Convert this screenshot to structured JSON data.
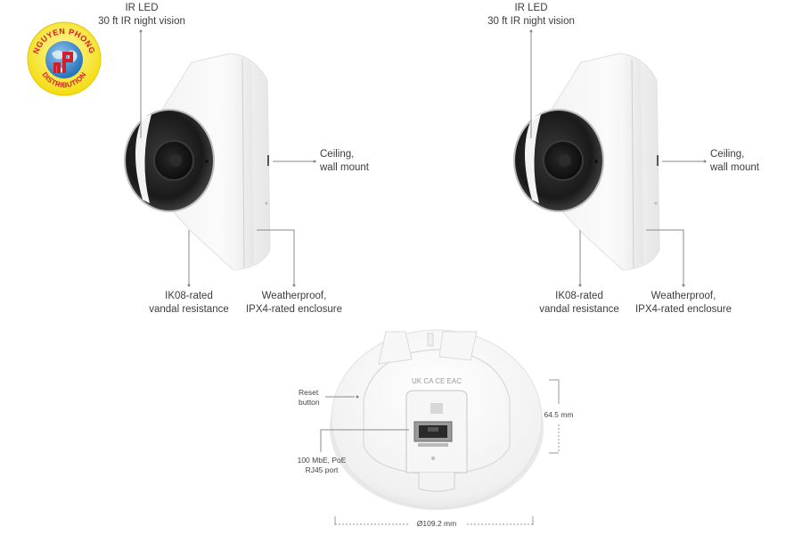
{
  "logo": {
    "top_text": "NGUYEN PHONG",
    "bottom_text": "DISTRIBUTION",
    "monogram": "nP",
    "colors": {
      "ring": "#f5e11a",
      "globe": "#2f7fc6",
      "text": "#d0202a",
      "monogram": "#d0202a"
    }
  },
  "camera_views": [
    {
      "ir_led": {
        "title": "IR LED",
        "subtitle": "30 ft IR night vision"
      },
      "mount": {
        "line1": "Ceiling,",
        "line2": "wall mount"
      },
      "vandal": {
        "line1": "IK08-rated",
        "line2": "vandal resistance"
      },
      "enclosure": {
        "line1": "Weatherproof,",
        "line2": "IPX4-rated enclosure"
      }
    },
    {
      "ir_led": {
        "title": "IR LED",
        "subtitle": "30 ft IR night vision"
      },
      "mount": {
        "line1": "Ceiling,",
        "line2": "wall mount"
      },
      "vandal": {
        "line1": "IK08-rated",
        "line2": "vandal resistance"
      },
      "enclosure": {
        "line1": "Weatherproof,",
        "line2": "IPX4-rated enclosure"
      }
    }
  ],
  "bottom_view": {
    "reset": {
      "line1": "Reset",
      "line2": "button"
    },
    "port": {
      "line1": "100 MbE, PoE",
      "line2": "RJ45 port"
    },
    "height": "64.5 mm",
    "diameter": "Ø109.2 mm",
    "certifications": "UK CA  CE  EAC"
  },
  "colors": {
    "leader_line": "#8a8a8a",
    "device_body": "#f4f4f4",
    "device_shadow": "#dcdcdc",
    "lens_dark": "#1e1e1e"
  }
}
